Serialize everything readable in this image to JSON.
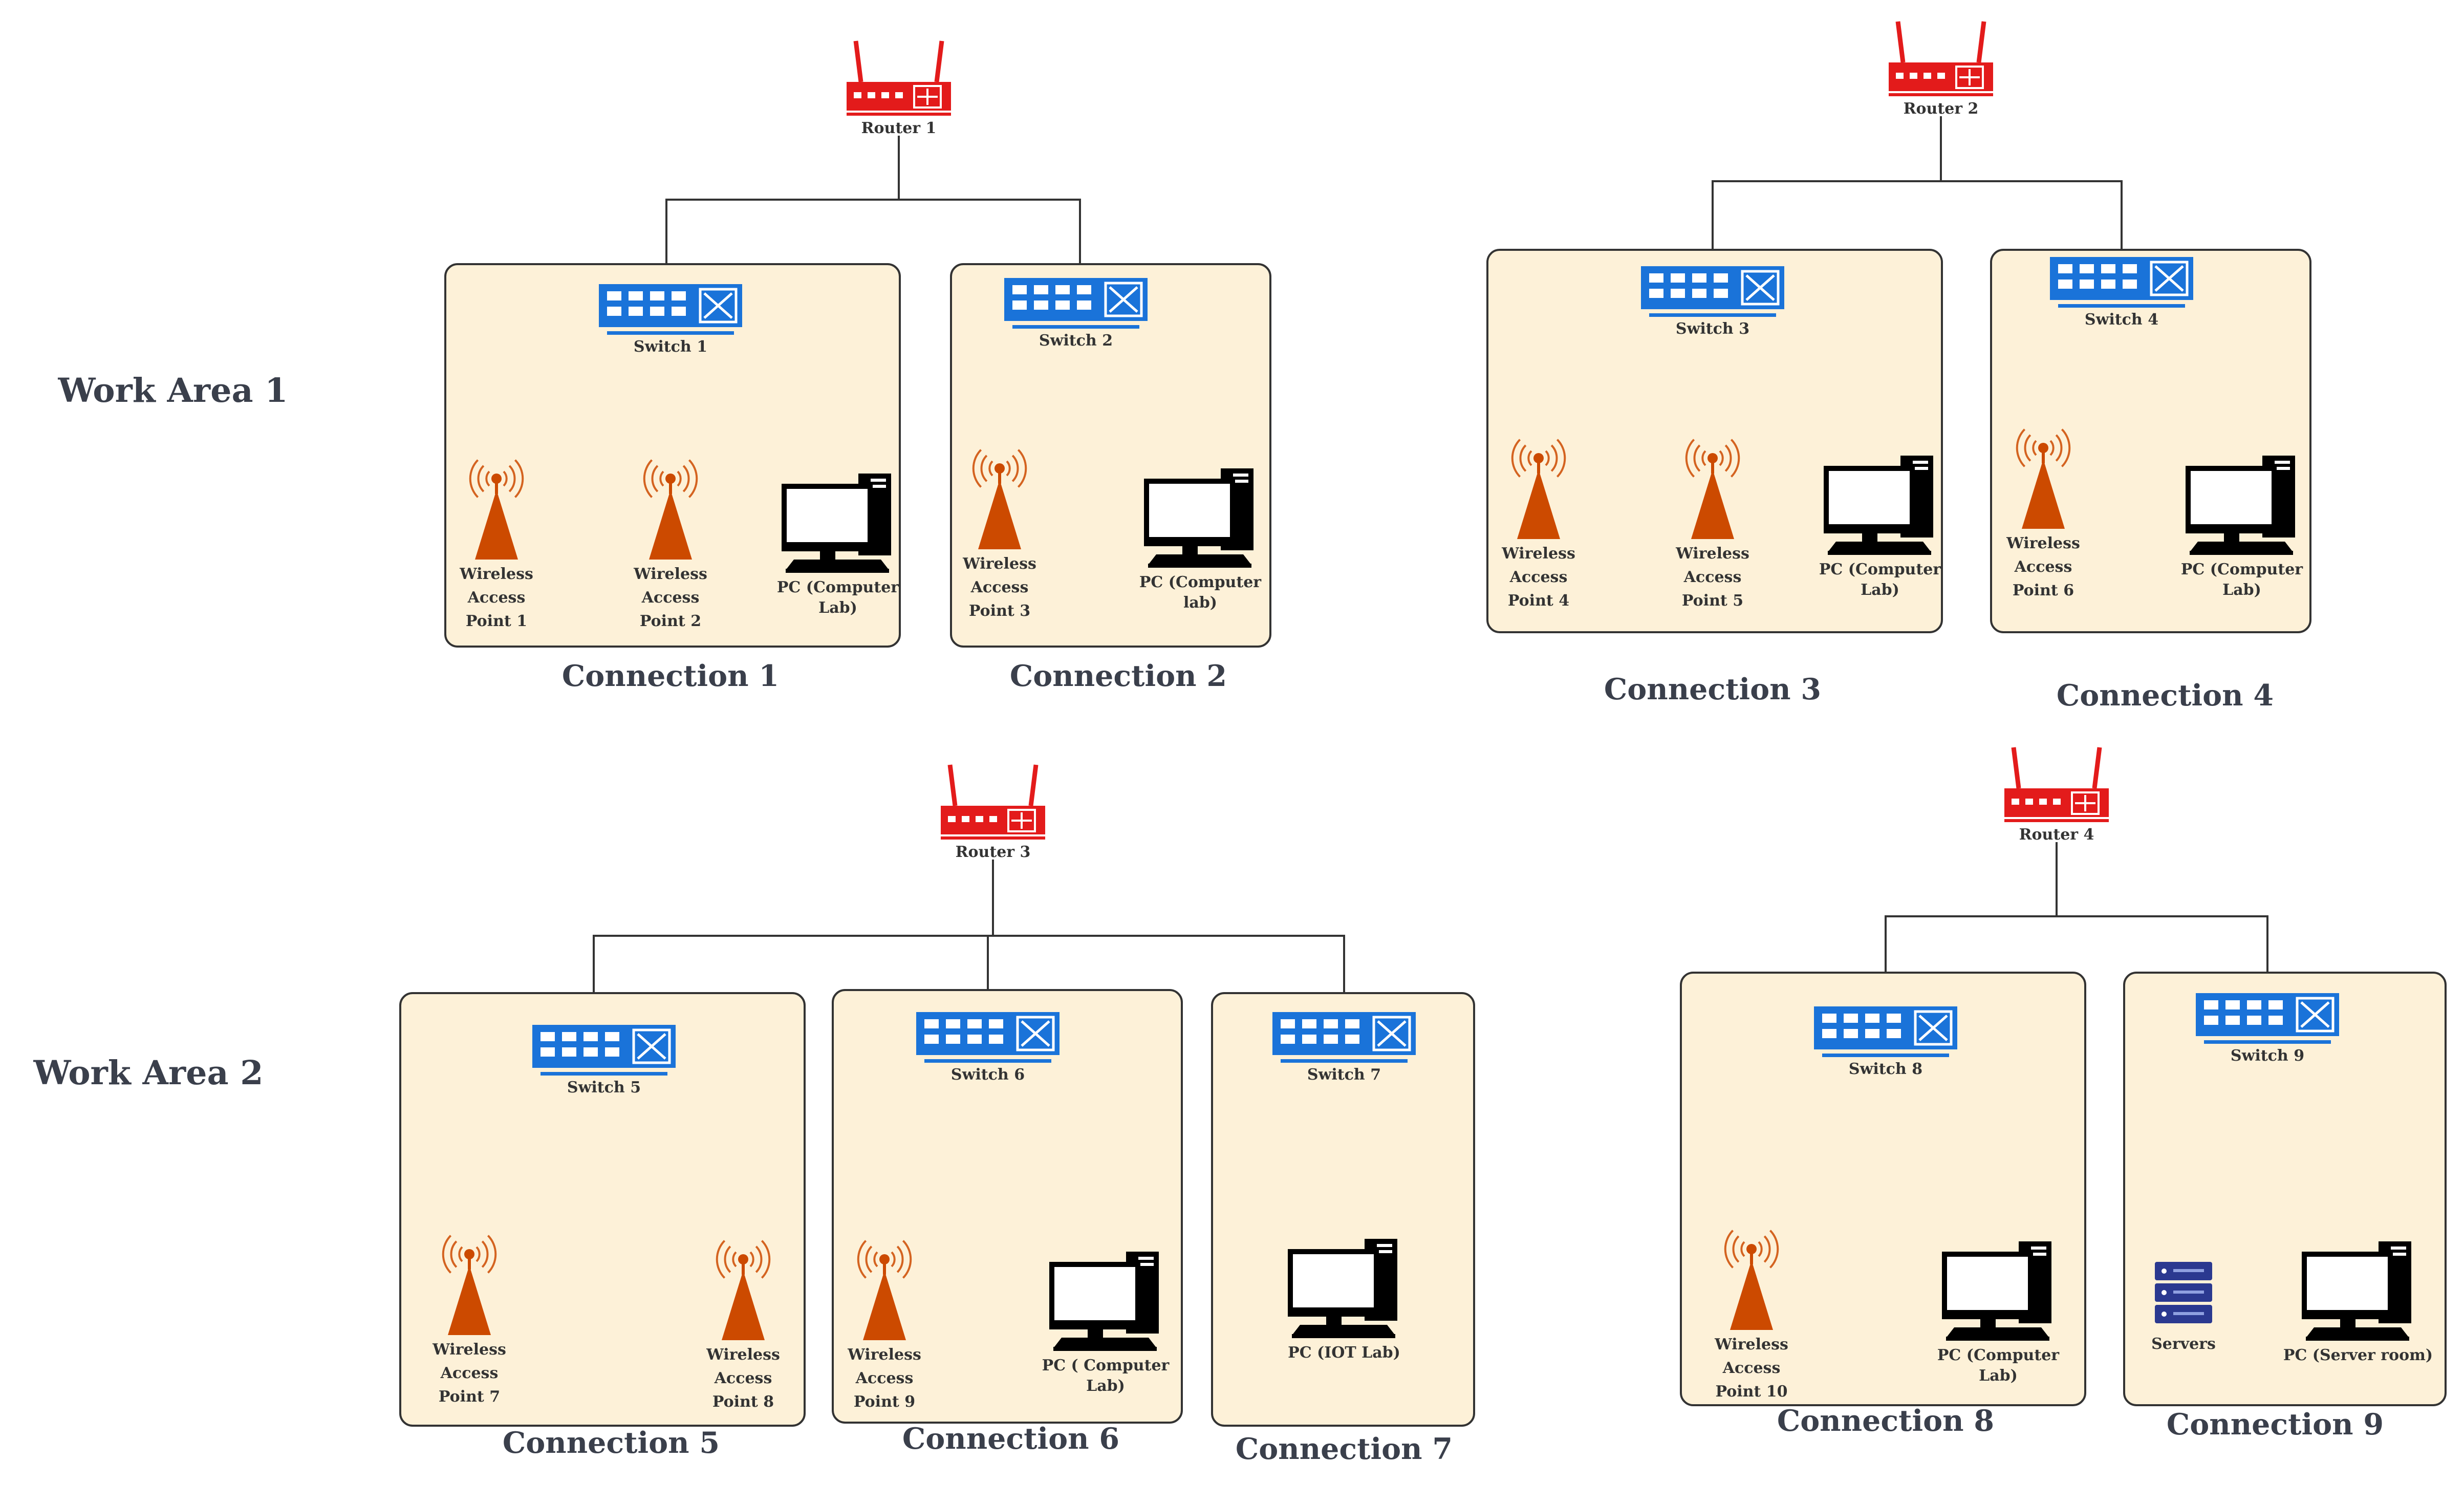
{
  "work_areas": [
    {
      "label": "Work Area 1"
    },
    {
      "label": "Work Area 2"
    }
  ],
  "routers": [
    "Router 1",
    "Router 2",
    "Router 3",
    "Router 4"
  ],
  "connections": [
    {
      "label": "Connection 1",
      "switch": "Switch 1",
      "devices": [
        {
          "type": "ap",
          "lines": [
            "Wireless",
            "Access",
            "Point 1"
          ]
        },
        {
          "type": "ap",
          "lines": [
            "Wireless",
            "Access",
            "Point 2"
          ]
        },
        {
          "type": "pc",
          "lines": [
            "PC (Computer",
            "Lab)"
          ]
        }
      ]
    },
    {
      "label": "Connection 2",
      "switch": "Switch 2",
      "devices": [
        {
          "type": "ap",
          "lines": [
            "Wireless",
            "Access",
            "Point 3"
          ]
        },
        {
          "type": "pc",
          "lines": [
            "PC (Computer",
            "lab)"
          ]
        }
      ]
    },
    {
      "label": "Connection 3",
      "switch": "Switch 3",
      "devices": [
        {
          "type": "ap",
          "lines": [
            "Wireless",
            "Access",
            "Point 4"
          ]
        },
        {
          "type": "ap",
          "lines": [
            "Wireless",
            "Access",
            "Point 5"
          ]
        },
        {
          "type": "pc",
          "lines": [
            "PC (Computer",
            "Lab)"
          ]
        }
      ]
    },
    {
      "label": "Connection 4",
      "switch": "Switch 4",
      "devices": [
        {
          "type": "ap",
          "lines": [
            "Wireless",
            "Access",
            "Point 6"
          ]
        },
        {
          "type": "pc",
          "lines": [
            "PC (Computer",
            "Lab)"
          ]
        }
      ]
    },
    {
      "label": "Connection 5",
      "switch": "Switch 5",
      "devices": [
        {
          "type": "ap",
          "lines": [
            "Wireless",
            "Access",
            "Point 7"
          ]
        },
        {
          "type": "ap",
          "lines": [
            "Wireless",
            "Access",
            "Point 8"
          ]
        }
      ]
    },
    {
      "label": "Connection 6",
      "switch": "Switch 6",
      "devices": [
        {
          "type": "ap",
          "lines": [
            "Wireless",
            "Access",
            "Point 9"
          ]
        },
        {
          "type": "pc",
          "lines": [
            "PC ( Computer",
            "Lab)"
          ]
        }
      ]
    },
    {
      "label": "Connection 7",
      "switch": "Switch 7",
      "devices": [
        {
          "type": "pc",
          "lines": [
            "PC (IOT Lab)"
          ]
        }
      ]
    },
    {
      "label": "Connection 8",
      "switch": "Switch 8",
      "devices": [
        {
          "type": "ap",
          "lines": [
            "Wireless",
            "Access",
            "Point 10"
          ]
        },
        {
          "type": "pc",
          "lines": [
            "PC (Computer",
            "Lab)"
          ]
        }
      ]
    },
    {
      "label": "Connection 9",
      "switch": "Switch 9",
      "devices": [
        {
          "type": "server",
          "lines": [
            "Servers"
          ]
        },
        {
          "type": "pc",
          "lines": [
            "PC (Server room)"
          ]
        }
      ]
    }
  ],
  "colors": {
    "router": "#e31b1b",
    "switch": "#1a73d9",
    "access_point": "#cc4a00",
    "pc": "#000000",
    "server": "#2b3990",
    "box_fill": "#fdf1d8",
    "line": "#333333"
  },
  "icons": {
    "router": "wifi-router-icon",
    "switch": "network-switch-icon",
    "access_point": "wireless-antenna-icon",
    "pc": "desktop-computer-icon",
    "server": "server-rack-icon"
  }
}
